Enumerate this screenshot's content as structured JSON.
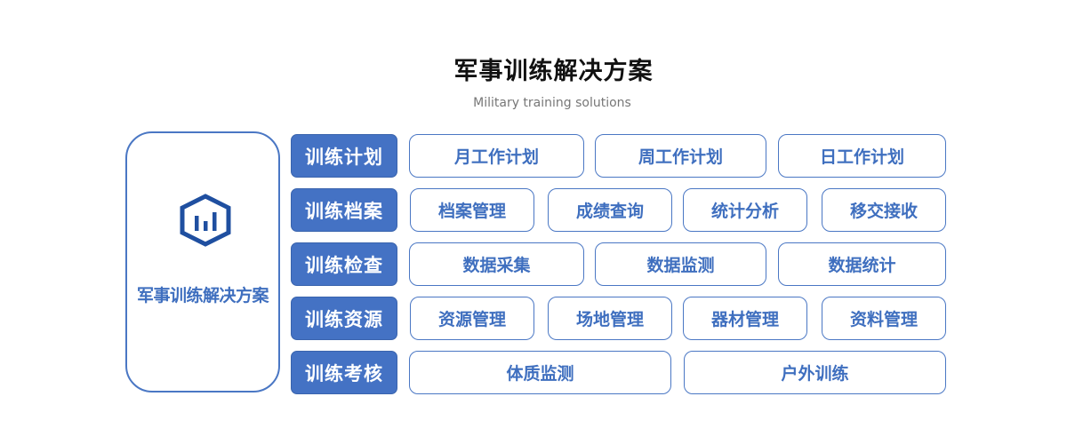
{
  "title": "军事训练解决方案",
  "subtitle": "Military training solutions",
  "left_panel": {
    "icon": "building-chart-icon",
    "label": "军事训练解决方案"
  },
  "colors": {
    "accent": "#4472c4",
    "text_blue": "#3f6fbf",
    "icon_blue": "#1f4fa0"
  },
  "rows": [
    {
      "category": "训练计划",
      "items": [
        "月工作计划",
        "周工作计划",
        "日工作计划"
      ]
    },
    {
      "category": "训练档案",
      "items": [
        "档案管理",
        "成绩查询",
        "统计分析",
        "移交接收"
      ]
    },
    {
      "category": "训练检查",
      "items": [
        "数据采集",
        "数据监测",
        "数据统计"
      ]
    },
    {
      "category": "训练资源",
      "items": [
        "资源管理",
        "场地管理",
        "器材管理",
        "资料管理"
      ]
    },
    {
      "category": "训练考核",
      "items": [
        "体质监测",
        "户外训练"
      ]
    }
  ]
}
